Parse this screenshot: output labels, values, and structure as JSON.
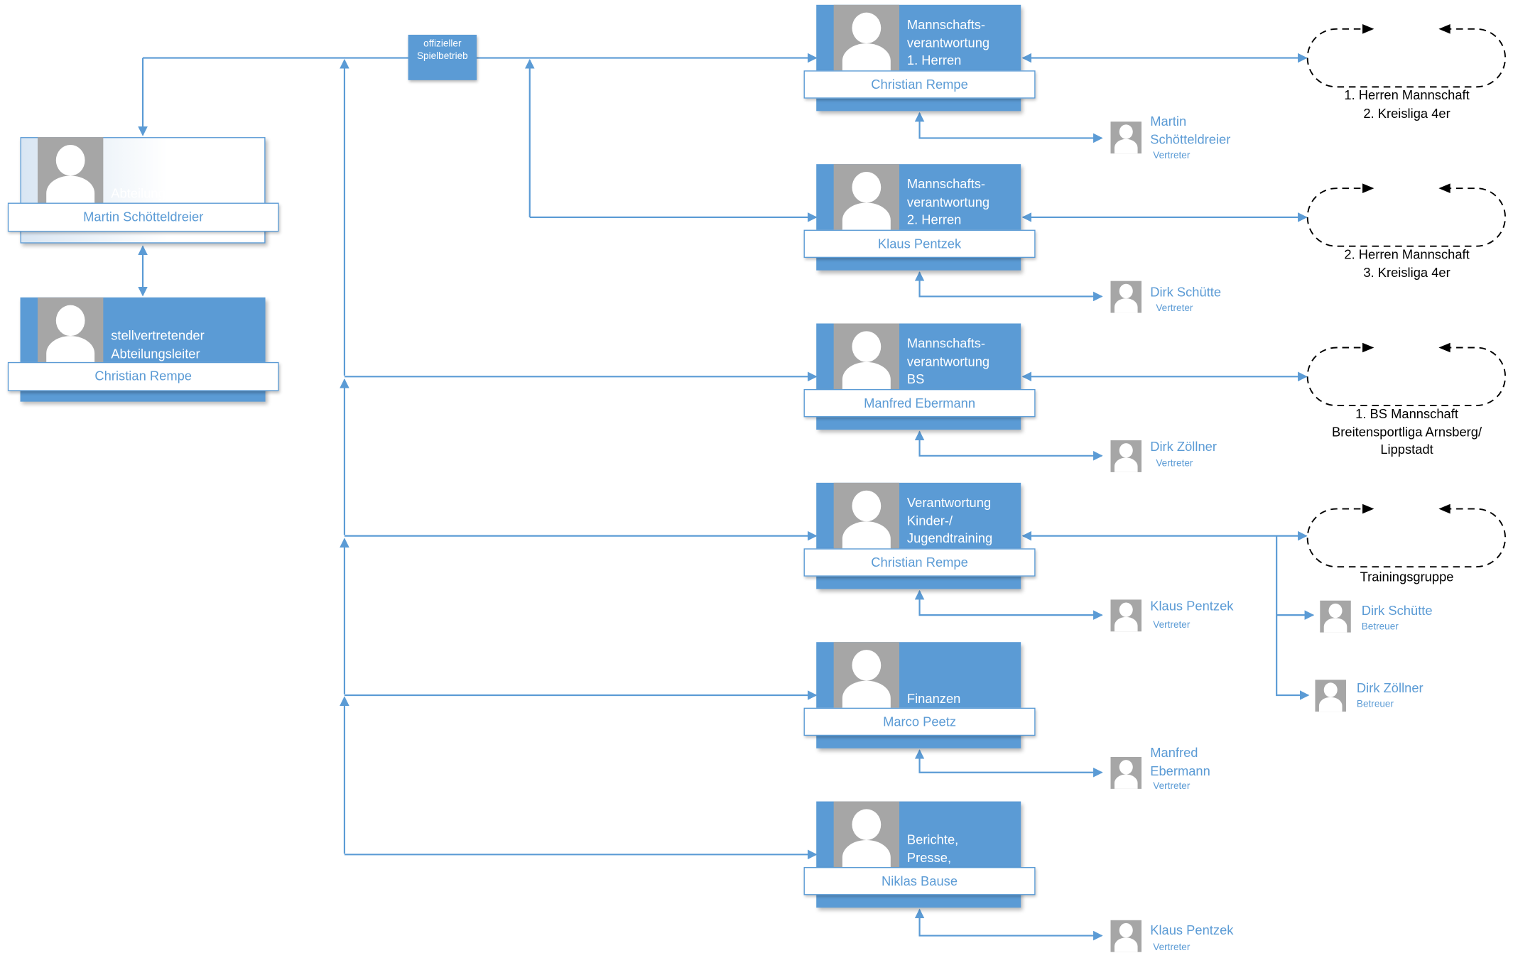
{
  "colors": {
    "accent": "#5b9bd5",
    "photo": "#a6a6a6",
    "line": "#5b9bd5"
  },
  "head": {
    "role": "Abteilungsleiter",
    "name": "Martin Schötteldreier"
  },
  "deputy_head": {
    "role": "stellvertretender\nAbteilungsleiter",
    "name": "Christian Rempe"
  },
  "official_box": {
    "label": "offizieller\nSpielbetrieb"
  },
  "units": [
    {
      "role": "Mannschafts-\nverantwortung\n1. Herren",
      "name": "Christian Rempe",
      "deputy": {
        "name": "Martin\nSchötteldreier",
        "title": "Vertreter"
      },
      "team": "1. Herren Mannschaft\n2. Kreisliga 4er"
    },
    {
      "role": "Mannschafts-\nverantwortung\n2. Herren",
      "name": "Klaus Pentzek",
      "deputy": {
        "name": "Dirk Schütte",
        "title": "Vertreter"
      },
      "team": "2. Herren Mannschaft\n3. Kreisliga 4er"
    },
    {
      "role": "Mannschafts-\nverantwortung\nBS Mannschaft",
      "name": "Manfred Ebermann",
      "deputy": {
        "name": "Dirk Zöllner",
        "title": "Vertreter"
      },
      "team": "1. BS Mannschaft\nBreitensportliga Arnsberg/\nLippstadt"
    },
    {
      "role": "Verantwortung\nKinder-/\nJugendtraining",
      "name": "Christian Rempe",
      "deputy": {
        "name": "Klaus Pentzek",
        "title": "Vertreter"
      },
      "team": "Trainingsgruppe"
    },
    {
      "role": "Finanzen",
      "name": "Marco Peetz",
      "deputy": {
        "name": "Manfred\nEbermann",
        "title": "Vertreter"
      }
    },
    {
      "role": "Berichte, Presse,\nMedien",
      "name": "Niklas Bause",
      "deputy": {
        "name": "Klaus Pentzek",
        "title": "Vertreter"
      }
    }
  ],
  "supervisors": [
    {
      "name": "Dirk Schütte",
      "title": "Betreuer"
    },
    {
      "name": "Dirk Zöllner",
      "title": "Betreuer"
    }
  ]
}
